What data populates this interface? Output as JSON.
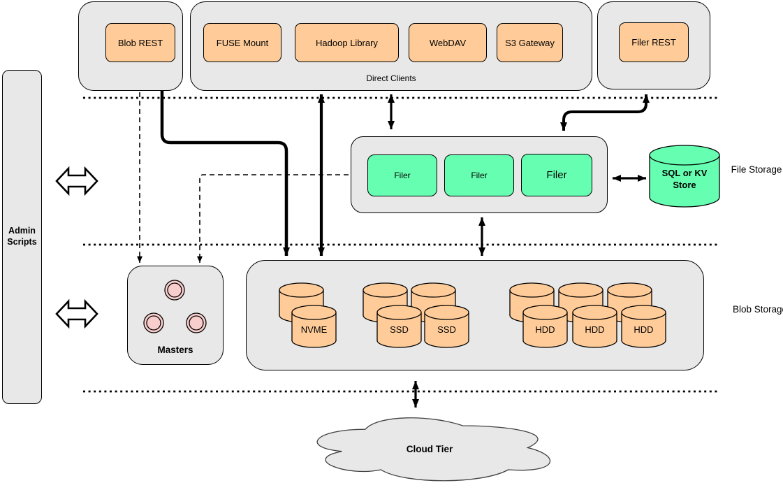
{
  "diagram": {
    "top": {
      "blob_rest": "Blob REST",
      "direct_clients": {
        "caption": "Direct Clients",
        "items": [
          "FUSE Mount",
          "Hadoop Library",
          "WebDAV",
          "S3 Gateway"
        ]
      },
      "filer_rest": "Filer REST"
    },
    "admin_scripts": "Admin Scripts",
    "file_storage_layer": {
      "label": "File Storage",
      "filers": [
        "Filer",
        "Filer",
        "Filer"
      ],
      "store": "SQL or KV Store"
    },
    "blob_storage_layer": {
      "label": "Blob Storage",
      "masters": "Masters",
      "volumes": [
        "NVME",
        "SSD",
        "SSD",
        "HDD",
        "HDD",
        "HDD"
      ]
    },
    "cloud_tier": "Cloud Tier",
    "edges": [
      {
        "from": "Blob REST",
        "to": "Masters",
        "style": "dashed-arrow"
      },
      {
        "from": "Blob REST",
        "to": "Blob Storage volumes",
        "style": "thick-arrow"
      },
      {
        "from": "Direct Clients",
        "to": "Blob Storage volumes",
        "style": "thick-double-arrow"
      },
      {
        "from": "Direct Clients",
        "to": "Filer cluster",
        "style": "double-arrow"
      },
      {
        "from": "Filer REST",
        "to": "Filer cluster",
        "style": "thick-double-arrow"
      },
      {
        "from": "Filer cluster",
        "to": "Masters",
        "style": "dashed-arrow"
      },
      {
        "from": "Filer cluster",
        "to": "SQL or KV Store",
        "style": "double-arrow"
      },
      {
        "from": "Filer cluster",
        "to": "Blob Storage volumes",
        "style": "double-arrow"
      },
      {
        "from": "Blob Storage volumes",
        "to": "Cloud Tier",
        "style": "double-arrow"
      },
      {
        "from": "Admin Scripts",
        "to": "File Storage layer",
        "style": "hollow-double-arrow"
      },
      {
        "from": "Admin Scripts",
        "to": "Blob Storage layer",
        "style": "hollow-double-arrow"
      }
    ],
    "colors": {
      "client_node": "#ffcc99",
      "filer_node": "#66ffb2",
      "store_node": "#66ffb2",
      "master_node": "#f8cecc",
      "container": "#e8e8e8",
      "line": "#000000"
    }
  }
}
